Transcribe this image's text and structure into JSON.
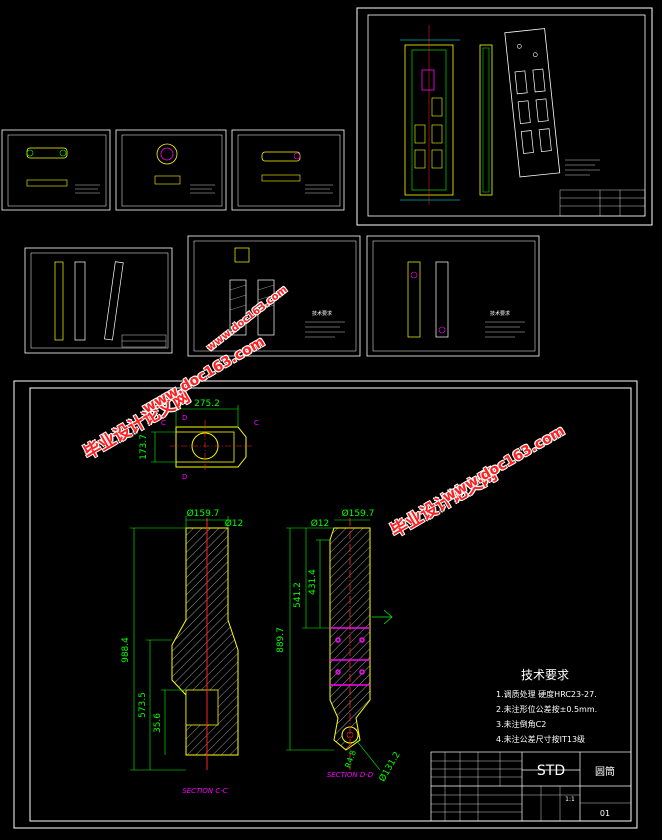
{
  "colors": {
    "frame": "#ffffff",
    "dim": "#00ff00",
    "part": "#ffff00",
    "axis": "#ff2020",
    "section": "#cc00cc",
    "hatch": "#ffffff",
    "cyan": "#00ffff"
  },
  "main": {
    "top_view": {
      "width_dim": "275.2",
      "height_dim": "173.7",
      "sec_c": "C",
      "sec_d": "D"
    },
    "section_c": {
      "dim_diam": "Ø159.7",
      "dim_hole": "Ø12",
      "dim_total": "988.4",
      "dim_mid": "573.5",
      "dim_small": "35.6",
      "label": "SECTION C-C"
    },
    "section_d": {
      "dim_hole": "Ø12",
      "dim_diam": "Ø159.7",
      "dim_total": "889.7",
      "dim_a": "541.2",
      "dim_b": "431.4",
      "dim_r": "R4.8",
      "dim_c": "Ø131.2",
      "label": "SECTION D-D"
    },
    "tech_req": {
      "title": "技术要求",
      "items": [
        "1.调质处理  硬度HRC23-27.",
        "2.未注形位公差按±0.5mm.",
        "3.未注倒角C2",
        "4.未注公差尺寸按IT13级"
      ]
    },
    "title_block": {
      "std": "STD",
      "name": "圆筒",
      "scale": "1:1",
      "drawing_no": "01"
    }
  },
  "thumbs": {
    "tech_title": "技术要求"
  },
  "watermarks": {
    "cn": "毕业设计论文网",
    "url": "www.doc163.com"
  }
}
